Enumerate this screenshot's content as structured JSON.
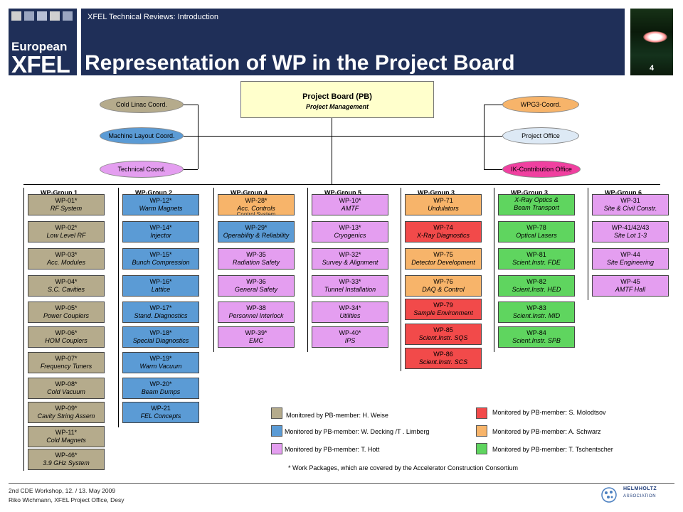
{
  "header": {
    "logo": {
      "line1": "European",
      "line2": "XFEL"
    },
    "subtitle": "XFEL Technical Reviews: Introduction",
    "title": "Representation of WP in the Project Board",
    "page_number": "4"
  },
  "project_board": {
    "title": "Project Board (PB)",
    "subtitle": "Project Management"
  },
  "left_roles": [
    "Cold Linac Coord.",
    "Machine Layout Coord.",
    "Technical Coord."
  ],
  "right_roles": [
    "WPG3-Coord.",
    "Project Office",
    "IK-Contribution Office"
  ],
  "groups": [
    {
      "header": "WP-Group 1",
      "boxes": [
        {
          "num": "WP-01*",
          "desc": "RF System"
        },
        {
          "num": "WP-02*",
          "desc": "Low Level RF"
        },
        {
          "num": "WP-03*",
          "desc": "Acc. Modules"
        },
        {
          "num": "WP-04*",
          "desc": "S.C. Cavities"
        },
        {
          "num": "WP-05*",
          "desc": "Power Couplers"
        },
        {
          "num": "WP-06*",
          "desc": "HOM Couplers"
        },
        {
          "num": "WP-07*",
          "desc": "Frequency Tuners"
        },
        {
          "num": "WP-08*",
          "desc": "Cold Vacuum"
        },
        {
          "num": "WP-09*",
          "desc": "Cavity String Assem"
        },
        {
          "num": "WP-11*",
          "desc": "Cold Magnets"
        },
        {
          "num": "WP-46*",
          "desc": "3.9 GHz System"
        }
      ]
    },
    {
      "header": "WP-Group 2",
      "boxes": [
        {
          "num": "WP-12*",
          "desc": "Warm Magnets"
        },
        {
          "num": "WP-14*",
          "desc": "Injector"
        },
        {
          "num": "WP-15*",
          "desc": "Bunch Compression"
        },
        {
          "num": "WP-16*",
          "desc": "Lattice"
        },
        {
          "num": "WP-17*",
          "desc": "Stand. Diagnostics"
        },
        {
          "num": "WP-18*",
          "desc": "Special Diagnostics"
        },
        {
          "num": "WP-19*",
          "desc": "Warm Vacuum"
        },
        {
          "num": "WP-20*",
          "desc": "Beam Dumps"
        },
        {
          "num": "WP-21",
          "desc": "FEL Concepts"
        }
      ]
    },
    {
      "header": "WP-Group 4",
      "boxes": [
        {
          "num": "WP-28*",
          "desc": "Acc. Controls",
          "extra": "Control System"
        },
        {
          "num": "WP-29*",
          "desc": "Operability & Reliability"
        },
        {
          "num": "WP-35",
          "desc": "Radiation Safety"
        },
        {
          "num": "WP-36",
          "desc": "General Safety"
        },
        {
          "num": "WP-38",
          "desc": "Personnel Interlock"
        },
        {
          "num": "WP-39*",
          "desc": "EMC"
        }
      ]
    },
    {
      "header": "WP-Group 5",
      "boxes": [
        {
          "num": "WP-10*",
          "desc": "AMTF"
        },
        {
          "num": "WP-13*",
          "desc": "Cryogenics"
        },
        {
          "num": "WP-32*",
          "desc": "Survey & Alignment"
        },
        {
          "num": "WP-33*",
          "desc": "Tunnel Installation"
        },
        {
          "num": "WP-34*",
          "desc": "Utilities"
        },
        {
          "num": "WP-40*",
          "desc": "IPS"
        }
      ]
    },
    {
      "header": "WP-Group 3",
      "boxes": [
        {
          "num": "WP-71",
          "desc": "Undulators"
        },
        {
          "num": "WP-74",
          "desc": "X-Ray Diagnostics"
        },
        {
          "num": "WP-75",
          "desc": "Detector Development"
        },
        {
          "num": "WP-76",
          "desc": "DAQ & Control"
        },
        {
          "num": "WP-79",
          "desc": "Sample Environment"
        },
        {
          "num": "WP-85",
          "desc": "Scient.Instr. SQS"
        },
        {
          "num": "WP-86",
          "desc": "Scient.Instr. SCS"
        }
      ]
    },
    {
      "header": "WP-Group 3",
      "boxes": [
        {
          "num": "",
          "desc": "X-Ray Optics &",
          "desc2": "Beam Transport"
        },
        {
          "num": "WP-78",
          "desc": "Optical Lasers"
        },
        {
          "num": "WP-81",
          "desc": "Scient.Instr. FDE"
        },
        {
          "num": "WP-82",
          "desc": "Scient.Instr. HED"
        },
        {
          "num": "WP-83",
          "desc": "Scient.Instr. MID"
        },
        {
          "num": "WP-84",
          "desc": "Scient.Instr. SPB"
        }
      ]
    },
    {
      "header": "WP-Group 6",
      "boxes": [
        {
          "num": "WP-31",
          "desc": "Site & Civil Constr."
        },
        {
          "num": "WP-41/42/43",
          "desc": "Site Lot 1-3"
        },
        {
          "num": "WP-44",
          "desc": "Site Engineering"
        },
        {
          "num": "WP-45",
          "desc": "AMTF Hall"
        }
      ]
    }
  ],
  "legend": [
    {
      "text": "Monitored by PB-member: H. Weise",
      "color": "#b5ab8c"
    },
    {
      "text": "Monitored by PB-member: W. Decking /T . Limberg",
      "color": "#5b9bd5"
    },
    {
      "text": "Monitored by PB-member: T. Hott",
      "color": "#e49ef0"
    },
    {
      "text": "Monitored by PB-member: S. Molodtsov",
      "color": "#f24a4a"
    },
    {
      "text": "Monitored by PB-member: A. Schwarz",
      "color": "#f7b46a"
    },
    {
      "text": "Monitored by PB-member: T. Tschentscher",
      "color": "#5fd55f"
    }
  ],
  "footnote": "* Work Packages, which are covered by the Accelerator Construction Consortium",
  "footer": {
    "line1": "2nd CDE Workshop, 12. / 13. May 2009",
    "line2": "Riko Wichmann, XFEL Project Office, Desy",
    "partner_line1": "HELMHOLTZ",
    "partner_line2": "ASSOCIATION"
  },
  "colors": {
    "header_bg": "#1f2f58",
    "group1": "#b5ab8c",
    "group2": "#5b9bd5",
    "group5": "#e49ef0",
    "red": "#f24a4a",
    "orange": "#f7b46a",
    "green": "#5fd55f",
    "pb_bg": "#ffffcc"
  }
}
